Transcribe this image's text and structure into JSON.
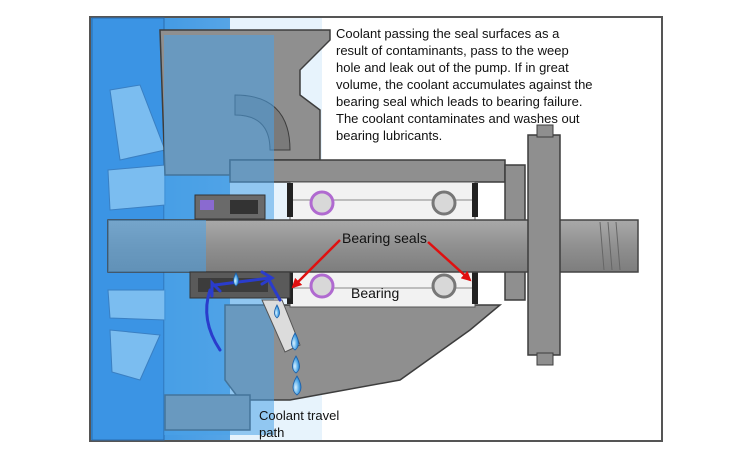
{
  "description": {
    "lines": [
      "Coolant passing the seal surfaces as a",
      "result of contaminants, pass to the weep",
      "hole and leak out of the pump.  If in great",
      "volume, the coolant accumulates against the",
      "bearing seal which  leads to bearing failure.",
      "The coolant contaminates and washes out",
      "bearing lubricants."
    ]
  },
  "labels": {
    "bearing_seals": "Bearing seals",
    "bearing": "Bearing",
    "coolant_path_line1": "Coolant travel",
    "coolant_path_line2": "path"
  },
  "colors": {
    "coolant_blue": "#4aa3e8",
    "housing_gray": "#8f8f8f",
    "arrow_red": "#e01010",
    "flow_arrow": "#2a3ccc",
    "frame_border": "#555555"
  }
}
